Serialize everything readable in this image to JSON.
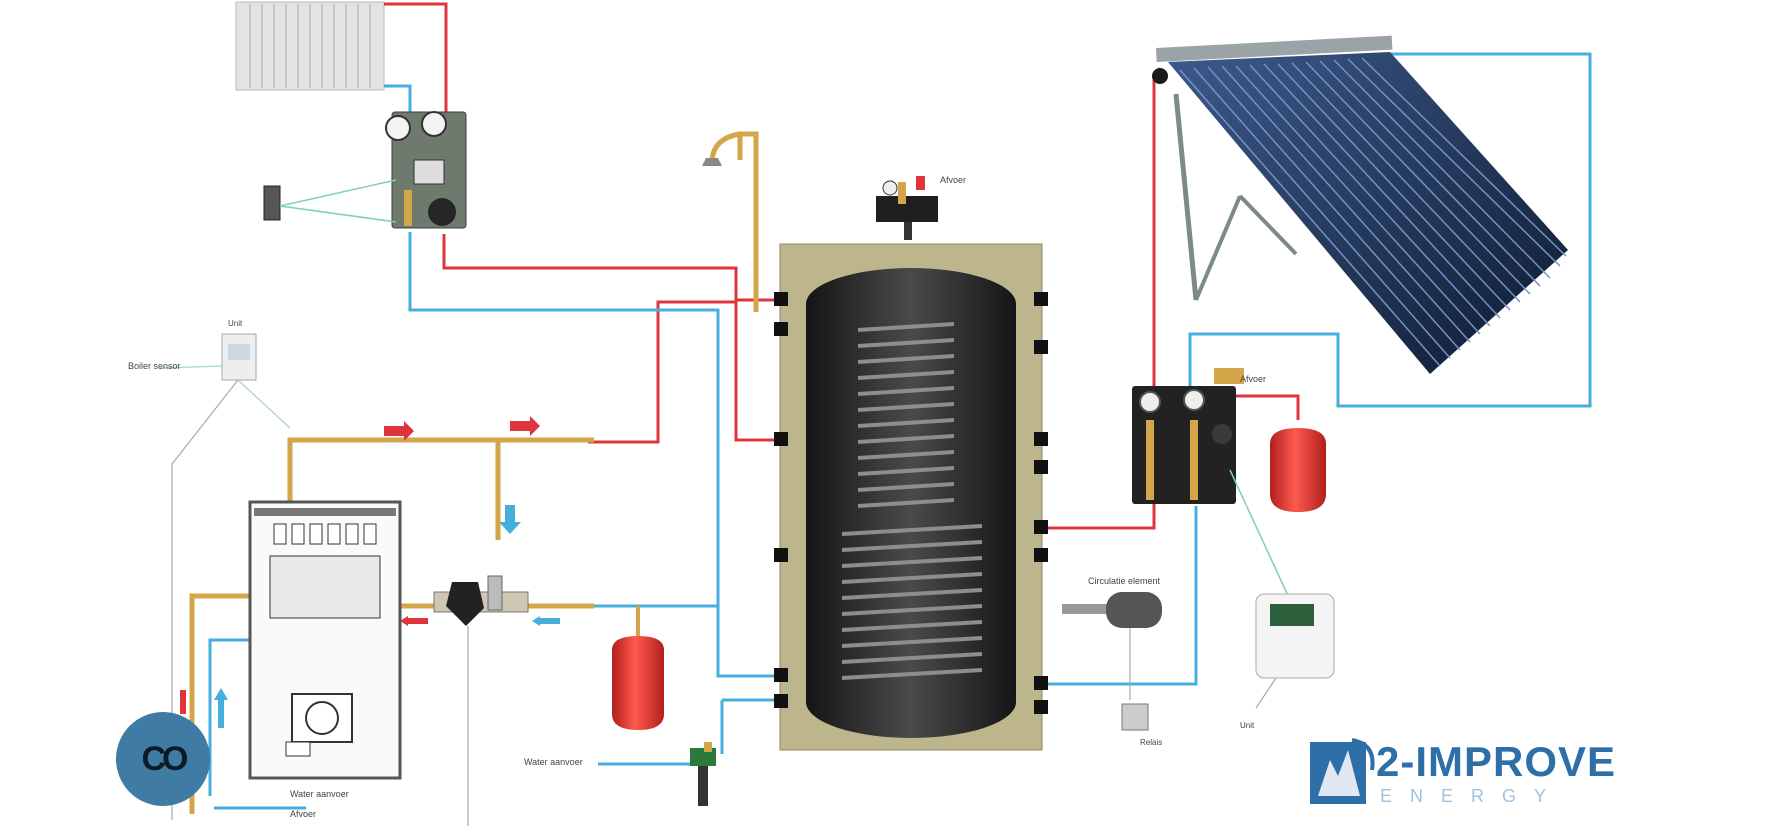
{
  "labels": {
    "boiler_sensor": "Boiler sensor",
    "relay": "Unit",
    "solar_relay": "Unit",
    "valve_top": "Afvoer",
    "solar_valve": "Afvoer",
    "water_supply": "Water aanvoer",
    "drain": "Afvoer",
    "circulation_element": "Circulatie element",
    "sensor": "Relais",
    "water_inlet": "Water aanvoer"
  },
  "brand": {
    "name": "2-IMPROVE",
    "tagline": "ENERGY"
  },
  "badge": {
    "label": "CO"
  },
  "colors": {
    "hot_pipe": "#e0343d",
    "cold_pipe": "#45aedc",
    "brass_pipe": "#d4a64a",
    "tank": "#2b2b2b",
    "insulation": "#bdb68c",
    "expansion_vessel": "#d9302c",
    "brand_blue": "#2e6fa8"
  }
}
